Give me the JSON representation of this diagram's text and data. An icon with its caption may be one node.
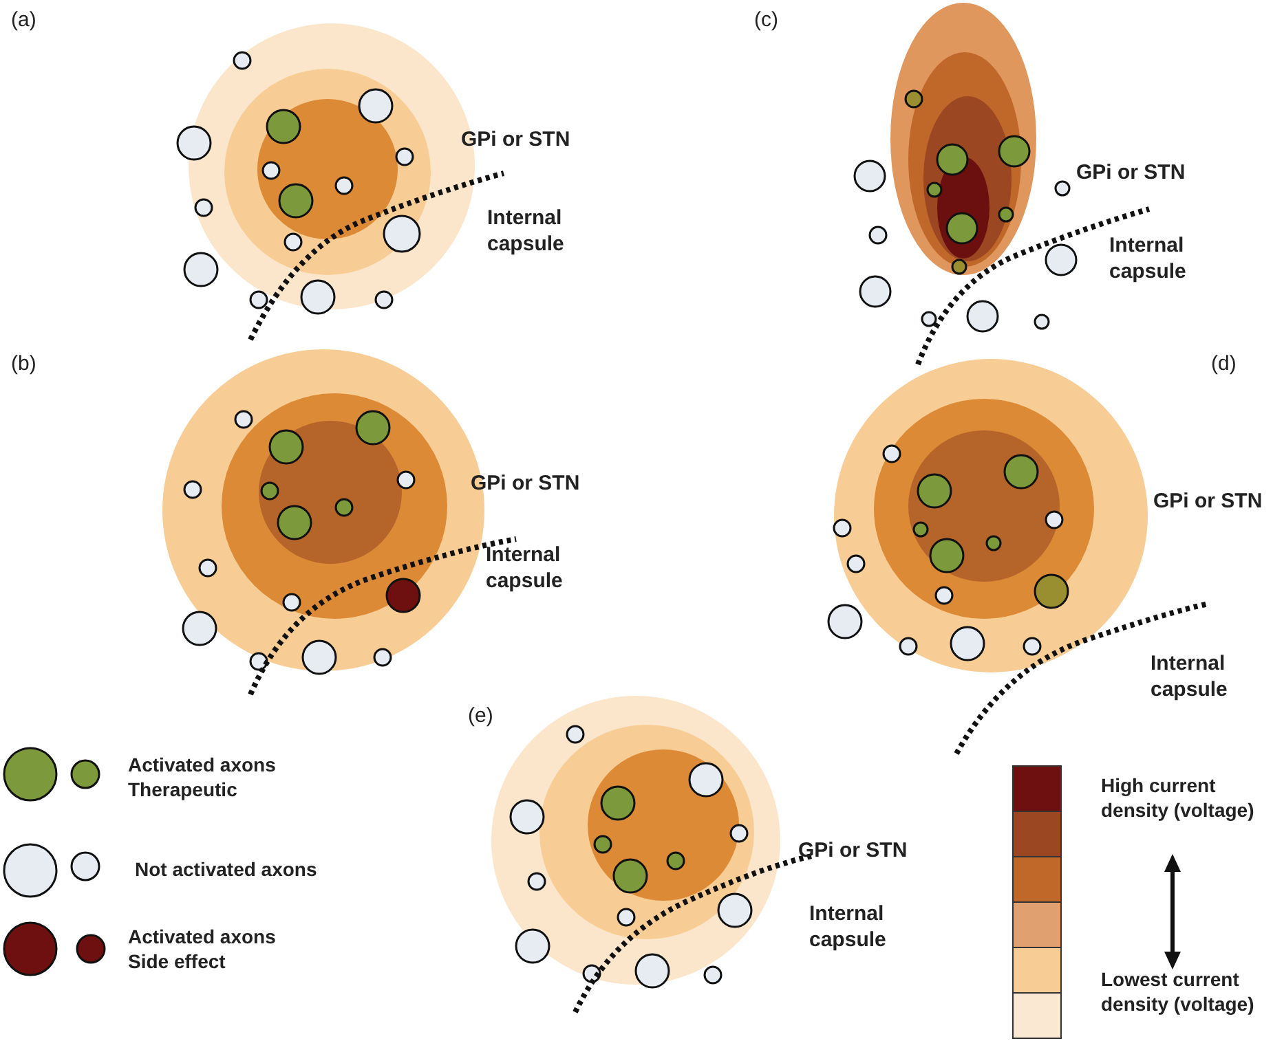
{
  "diagram": {
    "labels": [
      "(a)",
      "GPi or STN",
      "Internal capsule",
      "(c)",
      "GPi or STN",
      "Internal capsule",
      "(b)",
      "GPi or STN",
      "Internal capsule",
      "(d)",
      "GPi or STN",
      "Internal capsule",
      "(e)",
      "GPi or STN",
      "Internal capsule"
    ],
    "legend": [
      {
        "text": "Activated axons Therapeutic",
        "color": "#7c9a3b"
      },
      {
        "text": "Not activated axons",
        "color": "#e6ecf2"
      },
      {
        "text": "Activated axons Side effect",
        "color": "#6e1010"
      },
      {
        "text": "High current density (voltage)",
        "color": "#6e1010"
      },
      {
        "text": "Lowest current density (voltage)",
        "color": "#fbe8d2"
      }
    ]
  }
}
